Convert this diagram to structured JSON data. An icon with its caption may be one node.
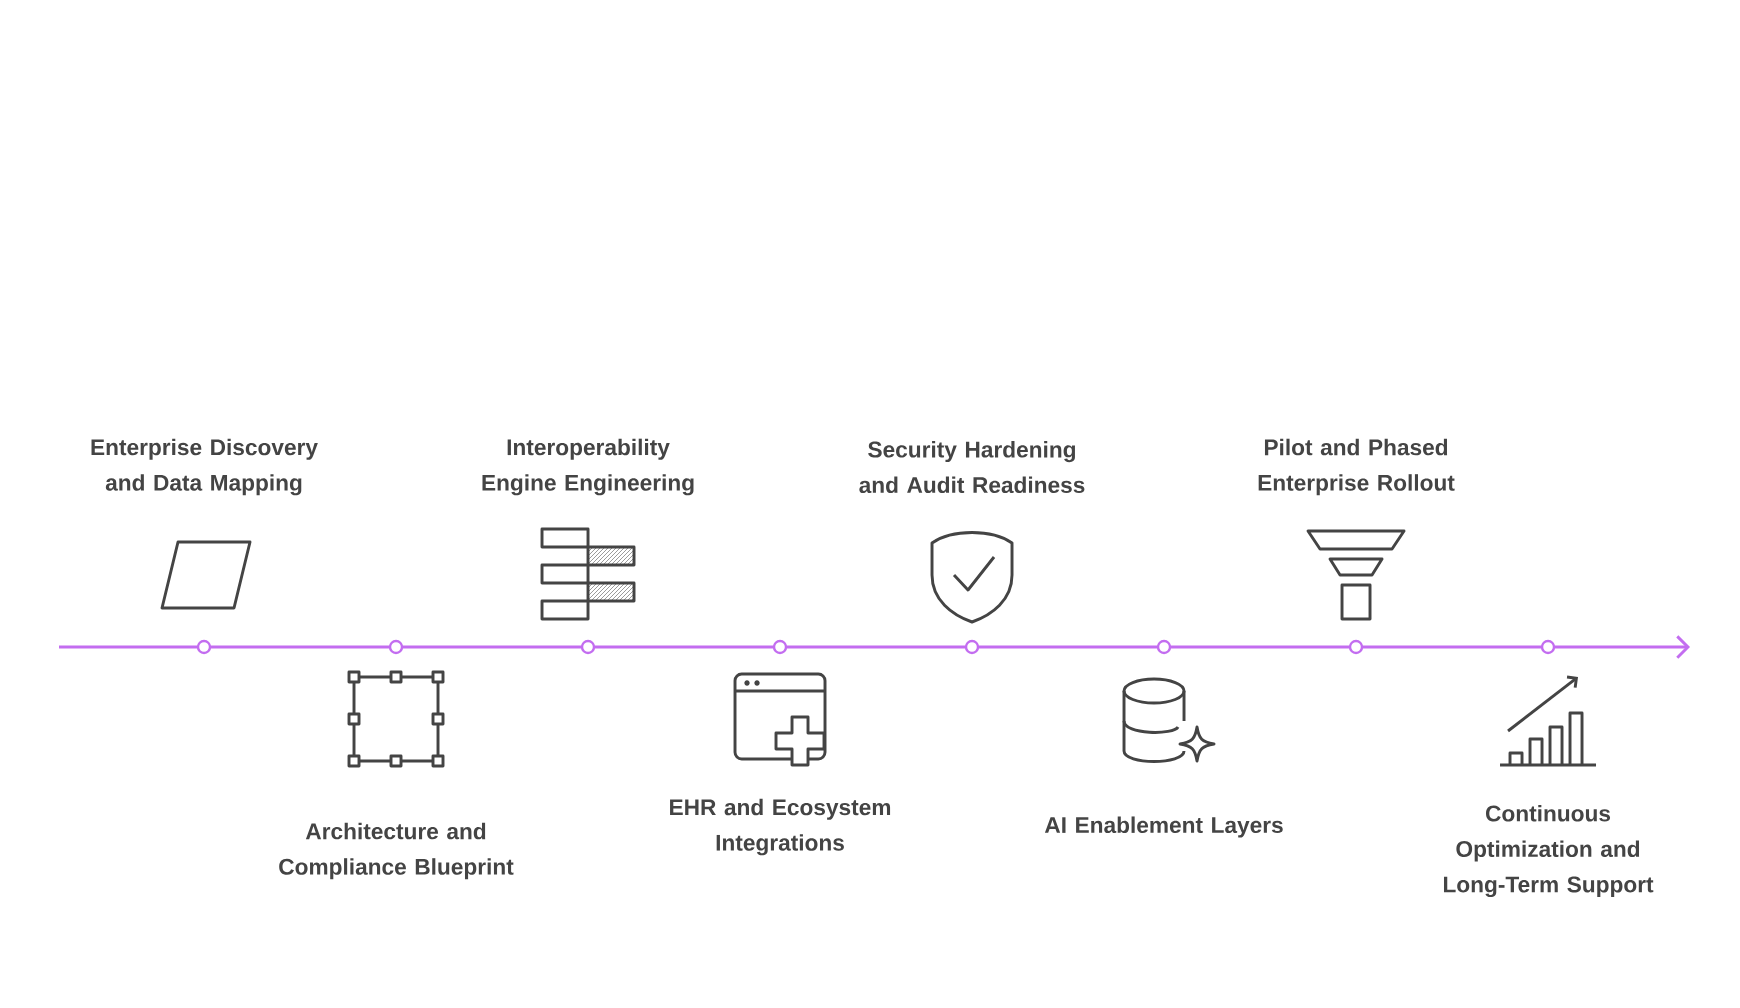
{
  "diagram": {
    "nodes": [
      {
        "text": [
          "Enterprise Discovery and Data Mapping"
        ]
      },
      {
        "text": [
          "Architecture and Compliance Blueprint"
        ]
      },
      {
        "text": [
          "Interoperability Engine Engineering"
        ]
      },
      {
        "text": [
          "EHR and Ecosystem Integrations"
        ]
      },
      {
        "text": [
          "Security Hardening and Audit Readiness"
        ]
      },
      {
        "text": [
          "AI Enablement Layers"
        ]
      },
      {
        "text": [
          "Pilot and Phased Enterprise Rollout"
        ]
      },
      {
        "text": [
          "Continuous Optimization and Long-Term Support"
        ]
      }
    ]
  }
}
